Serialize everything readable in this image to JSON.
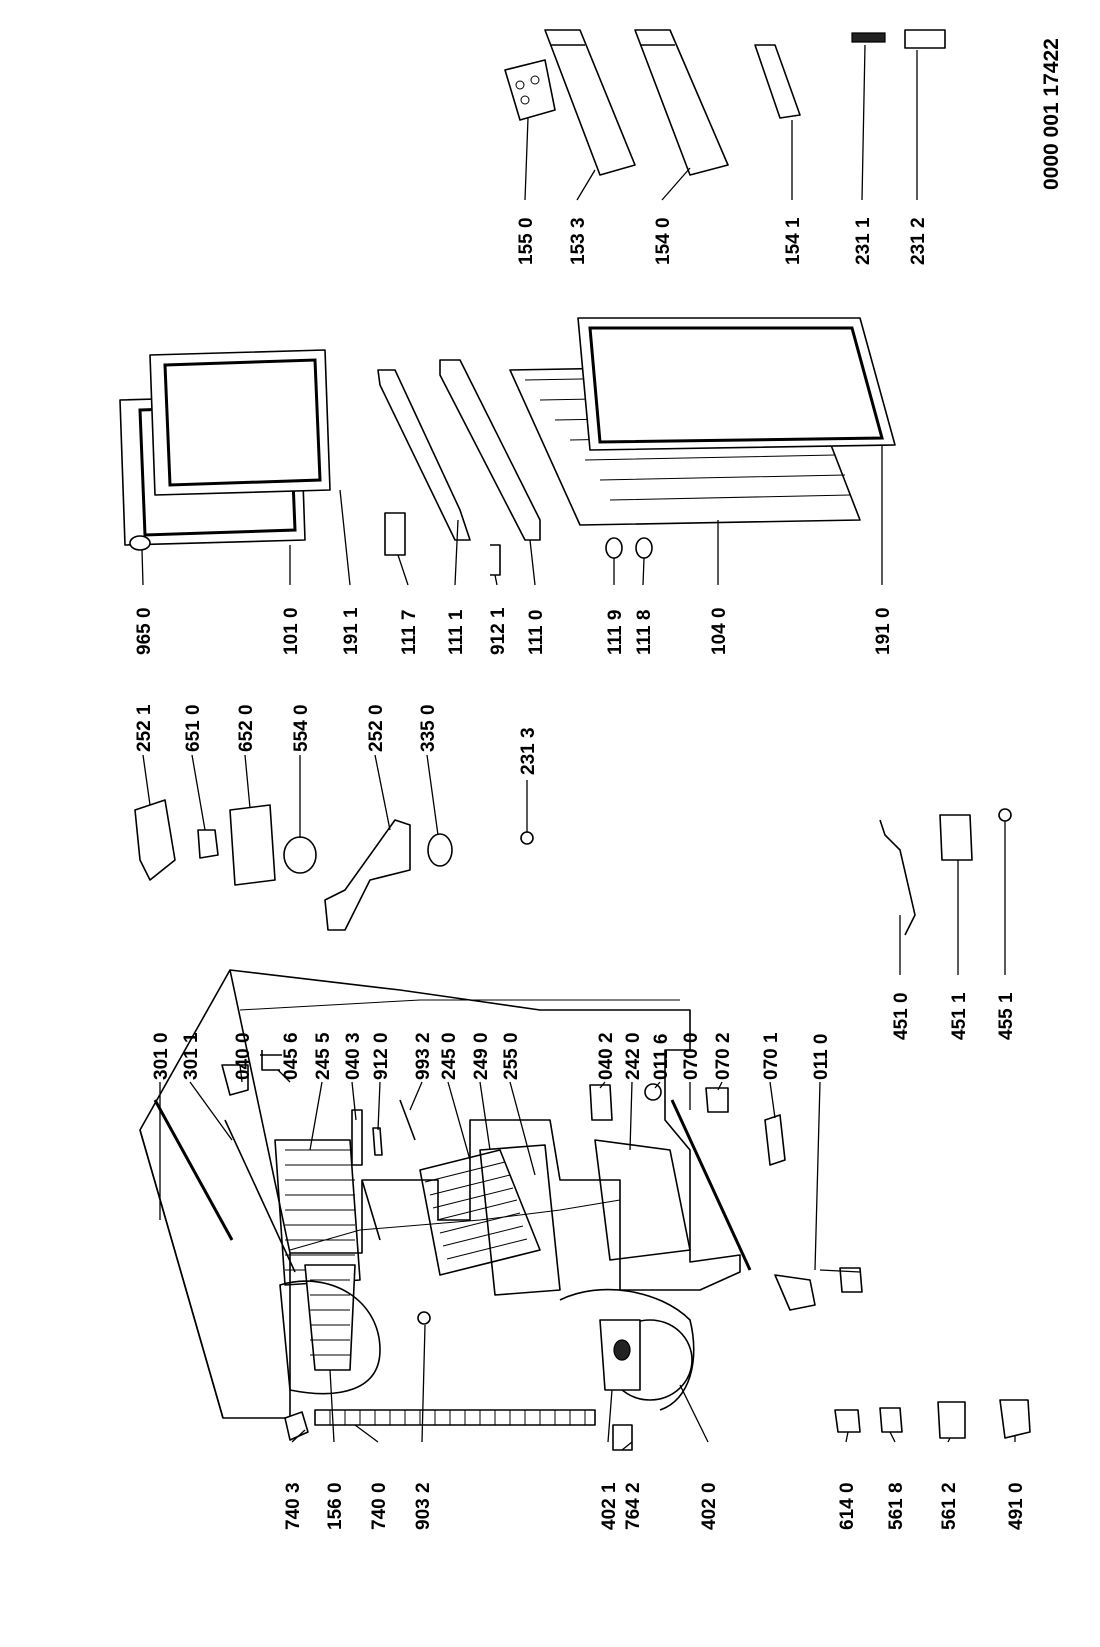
{
  "document": {
    "id": "0000 001 17422"
  },
  "labels": {
    "p1": "301 0",
    "p2": "301 1",
    "p3": "040 0",
    "p4": "045 6",
    "p5": "245 5",
    "p6": "040 3",
    "p7": "912 0",
    "p8": "993 2",
    "p9": "245 0",
    "p10": "249 0",
    "p11": "255 0",
    "p12": "040 2",
    "p13": "242 0",
    "p14": "011 6",
    "p15": "070 0",
    "p16": "070 2",
    "p17": "070 1",
    "p18": "011 0",
    "p19": "252 1",
    "p20": "651 0",
    "p21": "652 0",
    "p22": "554 0",
    "p23": "252 0",
    "p24": "335 0",
    "p25": "231 3",
    "p26": "451 0",
    "p27": "451 1",
    "p28": "455 1",
    "p29": "965 0",
    "p30": "101 0",
    "p31": "191 1",
    "p32": "111 7",
    "p33": "111 1",
    "p34": "912 1",
    "p35": "111 0",
    "p36": "111 9",
    "p37": "111 8",
    "p38": "104 0",
    "p39": "191 0",
    "p40": "155 0",
    "p41": "153 3",
    "p42": "154 0",
    "p43": "154 1",
    "p44": "231 1",
    "p45": "231 2",
    "p46": "740 3",
    "p47": "156 0",
    "p48": "740 0",
    "p49": "903 2",
    "p50": "402 1",
    "p51": "764 2",
    "p52": "402 0",
    "p53": "614 0",
    "p54": "561 8",
    "p55": "561 2",
    "p56": "491 0"
  }
}
